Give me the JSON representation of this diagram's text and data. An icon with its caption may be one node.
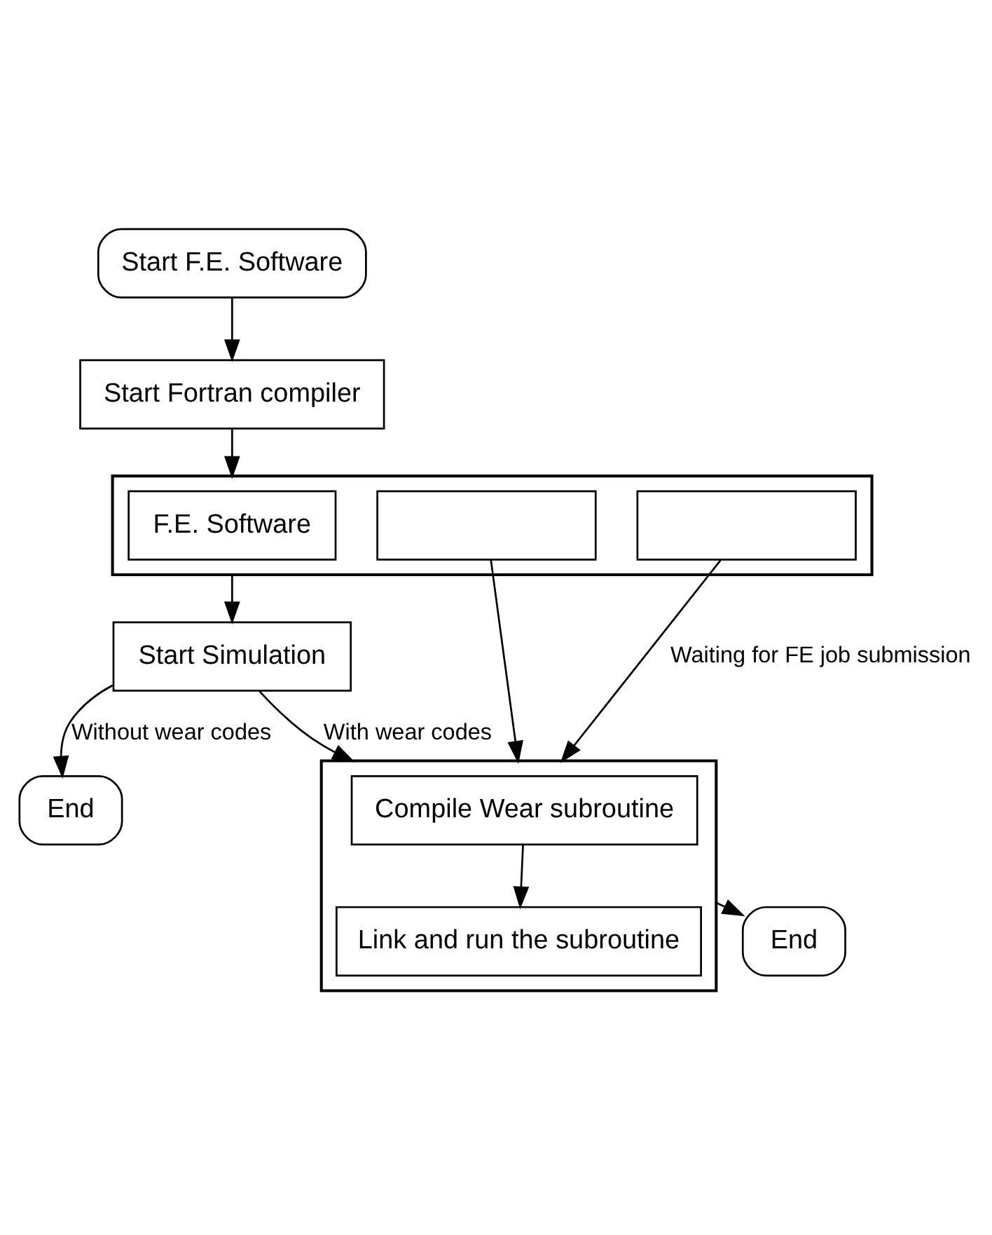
{
  "diagram": {
    "nodes": [
      {
        "text": [
          "Start F.E. Software"
        ]
      },
      {
        "text": [
          "Start Fortran compiler"
        ]
      },
      {
        "text": [],
        "shape": "box"
      },
      {
        "text": [
          "F.E. Software"
        ],
        "in": 2
      },
      {
        "text": [],
        "shape": "box",
        "in": 2
      },
      {
        "text": [],
        "shape": "box",
        "in": 2
      },
      {
        "text": [
          "Start Simulation"
        ]
      },
      {
        "text": [
          "End"
        ]
      },
      {
        "text": [],
        "shape": "box"
      },
      {
        "text": [
          "Compile Wear subroutine"
        ],
        "in": 8
      },
      {
        "text": [
          "Link and run the subroutine"
        ],
        "in": 8
      },
      {
        "text": [
          "End"
        ]
      }
    ],
    "edges": [
      {
        "from": 0,
        "to": 1,
        "arrow": "to"
      },
      {
        "from": 1,
        "to": 2,
        "arrow": "to"
      },
      {
        "from": 2,
        "to": 6,
        "arrow": "to"
      },
      {
        "from": 6,
        "to": 7,
        "arrow": "to",
        "label": "Without wear codes"
      },
      {
        "from": 6,
        "to": 8,
        "arrow": "to",
        "label": "With wear codes"
      },
      {
        "from": 4,
        "to": 8,
        "arrow": "to"
      },
      {
        "from": 5,
        "to": 8,
        "arrow": "to",
        "label": "Waiting for FE job submission"
      },
      {
        "from": 9,
        "to": 10,
        "arrow": "to"
      },
      {
        "from": 8,
        "to": 11,
        "arrow": "to"
      }
    ]
  }
}
